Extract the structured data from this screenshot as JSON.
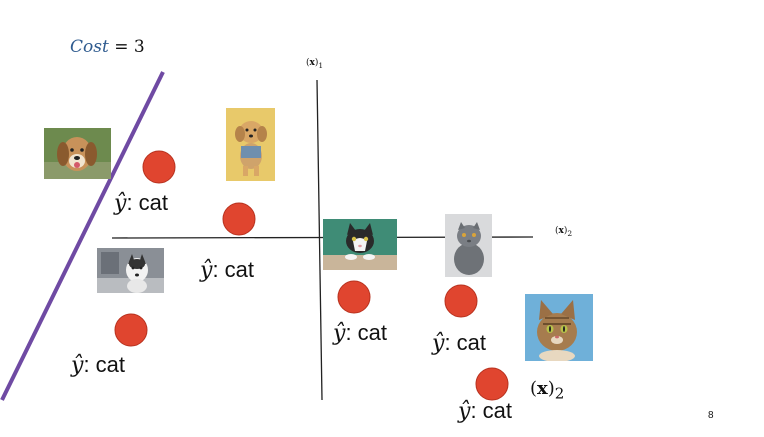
{
  "cost": {
    "word": "Cost",
    "rest": " = 3"
  },
  "axes": {
    "vertical_label": {
      "open": "(",
      "bold": "x",
      "close": ")",
      "sub": "1"
    },
    "horizontal_label": {
      "open": "(",
      "bold": "x",
      "close": ")",
      "sub": "2"
    },
    "large_label": {
      "open": "(",
      "bold": "x",
      "close": ")",
      "sub": "2"
    }
  },
  "predictions": [
    {
      "hat": "ŷ",
      "text": ": cat"
    },
    {
      "hat": "ŷ",
      "text": ": cat"
    },
    {
      "hat": "ŷ",
      "text": ": cat"
    },
    {
      "hat": "ŷ",
      "text": ": cat"
    },
    {
      "hat": "ŷ",
      "text": ": cat"
    },
    {
      "hat": "ŷ",
      "text": ": cat"
    }
  ],
  "images": [
    {
      "subject": "dog",
      "name": "dog-photo-beagle"
    },
    {
      "subject": "dog",
      "name": "dog-photo-small"
    },
    {
      "subject": "dog",
      "name": "dog-photo-husky"
    },
    {
      "subject": "cat",
      "name": "cat-photo-tuxedo"
    },
    {
      "subject": "cat",
      "name": "cat-photo-gray"
    },
    {
      "subject": "cat",
      "name": "cat-photo-tabby"
    }
  ],
  "colors": {
    "decision_line": "#6f4aa3",
    "marker": "#e0452f",
    "marker_stroke": "#b8321f",
    "axis": "#222222"
  },
  "page_number": "8"
}
